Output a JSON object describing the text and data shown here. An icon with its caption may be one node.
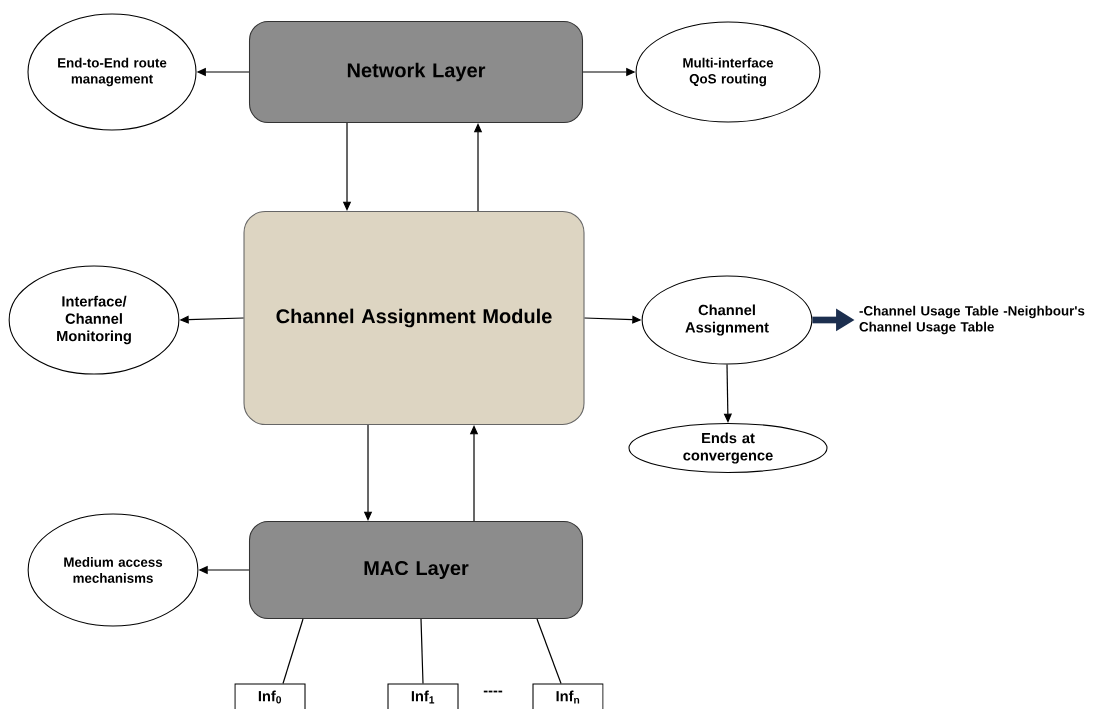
{
  "diagram": {
    "nodes": [
      {
        "text": [
          "End-to-End route management"
        ]
      },
      {
        "text": [
          "Network Layer"
        ]
      },
      {
        "text": [
          "Multi-interface QoS routing"
        ]
      },
      {
        "text": [
          "Interface/ Channel Monitoring"
        ]
      },
      {
        "text": [
          "Channel Assignment Module"
        ]
      },
      {
        "text": [
          "Channel Assignment"
        ]
      },
      {
        "text": [
          "-Channel Usage Table -Neighbour's Channel Usage Table"
        ]
      },
      {
        "text": [
          "Ends at convergence"
        ]
      },
      {
        "text": [
          "Medium access mechanisms"
        ]
      },
      {
        "text": [
          "MAC Layer"
        ]
      },
      {
        "text": [
          "Inf$_{0}$"
        ]
      },
      {
        "text": [
          "Inf$_{1}$"
        ]
      },
      {
        "text": [
          "Inf$_{n}$"
        ]
      }
    ],
    "edges": [
      {
        "from": 1,
        "to": 0,
        "arrow": "to"
      },
      {
        "from": 1,
        "to": 2,
        "arrow": "to"
      },
      {
        "from": 1,
        "to": 4,
        "arrow": "to"
      },
      {
        "from": 4,
        "to": 1,
        "arrow": "to"
      },
      {
        "from": 4,
        "to": 3,
        "arrow": "to"
      },
      {
        "from": 4,
        "to": 5,
        "arrow": "to"
      },
      {
        "from": 5,
        "to": 6,
        "arrow": "to",
        "style": "thick",
        "color": "#1c2f4f"
      },
      {
        "from": 5,
        "to": 7,
        "arrow": "to"
      },
      {
        "from": 4,
        "to": 9,
        "arrow": "to"
      },
      {
        "from": 9,
        "to": 4,
        "arrow": "to"
      },
      {
        "from": 9,
        "to": 8,
        "arrow": "to"
      },
      {
        "from": 9,
        "to": 10,
        "arrow": "none"
      },
      {
        "from": 9,
        "to": 11,
        "arrow": "none"
      },
      {
        "from": 9,
        "to": 12,
        "arrow": "none"
      }
    ],
    "labels": [
      "----"
    ]
  }
}
